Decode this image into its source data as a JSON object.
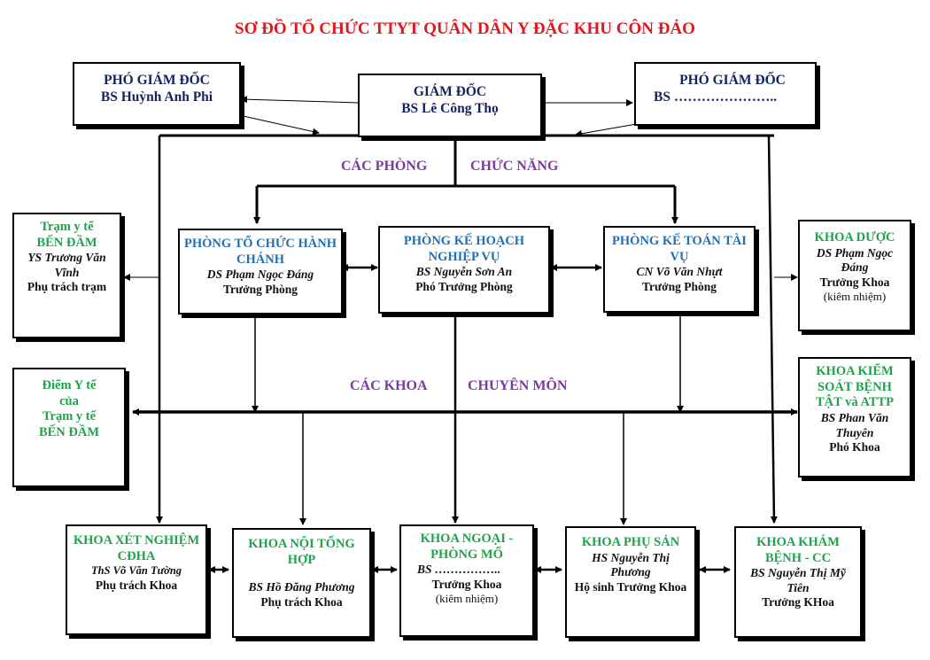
{
  "title": "SƠ ĐỒ TỔ CHỨC TTYT QUÂN DÂN Y ĐẶC KHU CÔN ĐẢO",
  "director": {
    "title": "GIÁM ĐỐC",
    "name": "BS Lê Công Thọ"
  },
  "deputy_left": {
    "title": "PHÓ GIÁM ĐỐC",
    "name": "BS Huỳnh Anh Phi"
  },
  "deputy_right": {
    "title": "PHÓ GIÁM ĐỐC",
    "name": "BS ………………….."
  },
  "labels": {
    "phong_1": "CÁC PHÒNG",
    "phong_2": "CHỨC NĂNG",
    "khoa_1": "CÁC KHOA",
    "khoa_2": "CHUYÊN MÔN"
  },
  "departments": [
    {
      "title": "PHÒNG TỔ CHỨC HÀNH CHÁNH",
      "name": "DS Phạm Ngọc Đáng",
      "role": "Trưởng Phòng"
    },
    {
      "title": "PHÒNG KẾ HOẠCH NGHIỆP VỤ",
      "name": "BS Nguyễn Sơn An",
      "role": "Phó Trưởng Phòng"
    },
    {
      "title": "PHÒNG KẾ TOÁN TÀI VỤ",
      "name": "CN Võ Văn Nhựt",
      "role": "Trưởng Phòng"
    }
  ],
  "station": {
    "line1": "Trạm y tế",
    "line2": "BẾN ĐẦM",
    "name": "YS Trương Văn Vĩnh",
    "role": "Phụ trách trạm"
  },
  "point": {
    "line1": "Điểm Y tế",
    "line2": "của",
    "line3": "Trạm y tế",
    "line4": "BẾN ĐẦM"
  },
  "khoa_duoc": {
    "title": "KHOA DƯỢC",
    "name": "DS Phạm Ngọc Đáng",
    "role": "Trưởng Khoa",
    "note": "(kiêm nhiệm)"
  },
  "khoa_ksbt": {
    "title": "KHOA KIỂM SOÁT BỆNH TẬT và ATTP",
    "name": "BS Phan Văn Thuyên",
    "role": "Phó Khoa"
  },
  "khoa": [
    {
      "title": "KHOA XÉT NGHIỆM CĐHA",
      "name": "ThS Võ Văn Tường",
      "role": "Phụ trách Khoa",
      "note": ""
    },
    {
      "title": "KHOA NỘI TỔNG HỢP",
      "name": "BS Hồ Đăng Phương",
      "role": "Phụ trách Khoa",
      "note": ""
    },
    {
      "title": "KHOA NGOẠI - PHÒNG MỔ",
      "name": "BS ……………..",
      "role": "Trưởng Khoa",
      "note": "(kiêm nhiệm)"
    },
    {
      "title": "KHOA PHỤ SẢN",
      "name": "HS Nguyễn Thị Phương",
      "role": "Hộ sinh Trưởng Khoa",
      "note": ""
    },
    {
      "title": "KHOA KHÁM BỆNH - CC",
      "name": "BS Nguyễn Thị Mỹ Tiên",
      "role": "Trưởng KHoa",
      "note": ""
    }
  ],
  "colors": {
    "title": "#e8141b",
    "dept_title": "#1f6fb5",
    "leader_title": "#13235e",
    "green_title": "#1ea34a",
    "section_label": "#7a3aa0"
  }
}
